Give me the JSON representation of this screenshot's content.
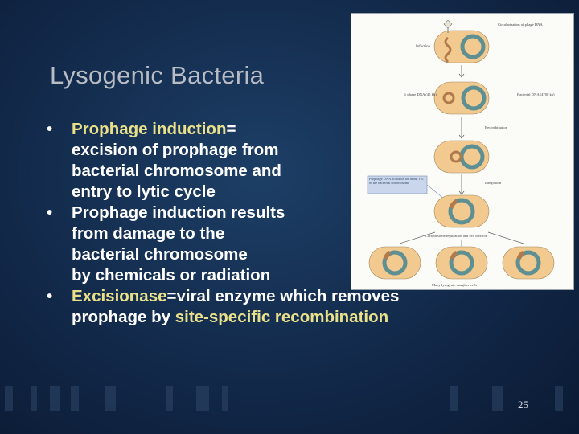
{
  "slide": {
    "title": "Lysogenic Bacteria",
    "page_number": "25"
  },
  "bullets": [
    {
      "highlight": "Prophage induction",
      "line1_rest": "=",
      "lines": [
        "excision of prophage from",
        "bacterial chromosome and",
        "entry to lytic cycle"
      ]
    },
    {
      "lines": [
        "Prophage induction results",
        "from damage to the",
        "bacterial chromosome",
        "by chemicals or radiation"
      ]
    },
    {
      "highlight": "Excisionase",
      "line1_rest": "=viral enzyme which removes",
      "line2_pre": "prophage by ",
      "line2_highlight": "site-specific recombination"
    }
  ],
  "figure": {
    "labels": {
      "infection": "Infection",
      "circularization": "Circularization of phage DNA",
      "phage_dna": "λ phage DNA (45 kb)",
      "bacterial_dna": "Bacterial DNA (4700 kb)",
      "recombination": "Recombination",
      "note": "Prophage DNA accounts for about 1% of the bacterial chromosome",
      "integration": "Integration",
      "replication": "Chromosome replication and cell division",
      "progeny": "Many lysogenic daughter cells"
    },
    "colors": {
      "cell_fill": "#f2c98e",
      "chromosome": "#5e8f93",
      "prophage": "#b07a4d",
      "note_fill": "#c9d6ec"
    }
  }
}
